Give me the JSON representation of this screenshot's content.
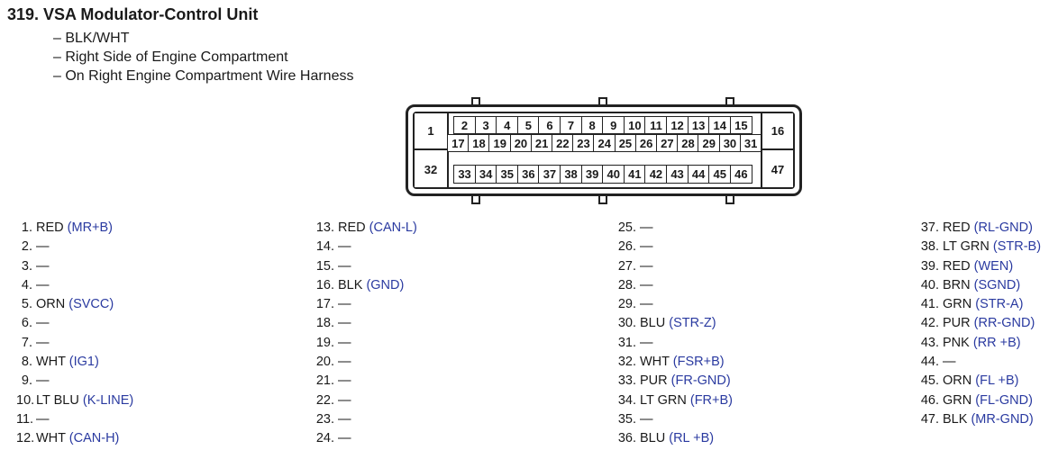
{
  "title": "319.  VSA Modulator-Control Unit",
  "details": [
    "– BLK/WHT",
    "– Right Side of Engine Compartment",
    "– On Right Engine Compartment Wire Harness"
  ],
  "connector": {
    "left_top": "1",
    "left_bottom": "32",
    "right_top": "16",
    "right_bottom": "47",
    "row1": [
      "2",
      "3",
      "4",
      "5",
      "6",
      "7",
      "8",
      "9",
      "10",
      "11",
      "12",
      "13",
      "14",
      "15"
    ],
    "row2": [
      "17",
      "18",
      "19",
      "20",
      "21",
      "22",
      "23",
      "24",
      "25",
      "26",
      "27",
      "28",
      "29",
      "30",
      "31"
    ],
    "row3": [
      "33",
      "34",
      "35",
      "36",
      "37",
      "38",
      "39",
      "40",
      "41",
      "42",
      "43",
      "44",
      "45",
      "46"
    ]
  },
  "pins": [
    {
      "num": "1.",
      "color": "RED",
      "func": "(MR+B)"
    },
    {
      "num": "2.",
      "color": "—",
      "func": ""
    },
    {
      "num": "3.",
      "color": "—",
      "func": ""
    },
    {
      "num": "4.",
      "color": "—",
      "func": ""
    },
    {
      "num": "5.",
      "color": "ORN",
      "func": "(SVCC)"
    },
    {
      "num": "6.",
      "color": "—",
      "func": ""
    },
    {
      "num": "7.",
      "color": "—",
      "func": ""
    },
    {
      "num": "8.",
      "color": "WHT",
      "func": "(IG1)"
    },
    {
      "num": "9.",
      "color": "—",
      "func": ""
    },
    {
      "num": "10.",
      "color": "LT BLU",
      "func": "(K-LINE)"
    },
    {
      "num": "11.",
      "color": "—",
      "func": ""
    },
    {
      "num": "12.",
      "color": "WHT",
      "func": "(CAN-H)"
    },
    {
      "num": "13.",
      "color": "RED",
      "func": "(CAN-L)"
    },
    {
      "num": "14.",
      "color": "—",
      "func": ""
    },
    {
      "num": "15.",
      "color": "—",
      "func": ""
    },
    {
      "num": "16.",
      "color": "BLK",
      "func": "(GND)"
    },
    {
      "num": "17.",
      "color": "—",
      "func": ""
    },
    {
      "num": "18.",
      "color": "—",
      "func": ""
    },
    {
      "num": "19.",
      "color": "—",
      "func": ""
    },
    {
      "num": "20.",
      "color": "—",
      "func": ""
    },
    {
      "num": "21.",
      "color": "—",
      "func": ""
    },
    {
      "num": "22.",
      "color": "—",
      "func": ""
    },
    {
      "num": "23.",
      "color": "—",
      "func": ""
    },
    {
      "num": "24.",
      "color": "—",
      "func": ""
    },
    {
      "num": "25.",
      "color": "—",
      "func": ""
    },
    {
      "num": "26.",
      "color": "—",
      "func": ""
    },
    {
      "num": "27.",
      "color": "—",
      "func": ""
    },
    {
      "num": "28.",
      "color": "—",
      "func": ""
    },
    {
      "num": "29.",
      "color": "—",
      "func": ""
    },
    {
      "num": "30.",
      "color": "BLU",
      "func": "(STR-Z)"
    },
    {
      "num": "31.",
      "color": "—",
      "func": ""
    },
    {
      "num": "32.",
      "color": "WHT",
      "func": "(FSR+B)"
    },
    {
      "num": "33.",
      "color": "PUR",
      "func": "(FR-GND)"
    },
    {
      "num": "34.",
      "color": "LT GRN",
      "func": "(FR+B)"
    },
    {
      "num": "35.",
      "color": "—",
      "func": ""
    },
    {
      "num": "36.",
      "color": "BLU",
      "func": "(RL +B)"
    },
    {
      "num": "37.",
      "color": "RED",
      "func": "(RL-GND)"
    },
    {
      "num": "38.",
      "color": "LT GRN",
      "func": "(STR-B)"
    },
    {
      "num": "39.",
      "color": "RED",
      "func": "(WEN)"
    },
    {
      "num": "40.",
      "color": "BRN",
      "func": "(SGND)"
    },
    {
      "num": "41.",
      "color": "GRN",
      "func": "(STR-A)"
    },
    {
      "num": "42.",
      "color": "PUR",
      "func": "(RR-GND)"
    },
    {
      "num": "43.",
      "color": "PNK",
      "func": "(RR +B)"
    },
    {
      "num": "44.",
      "color": "—",
      "func": ""
    },
    {
      "num": "45.",
      "color": "ORN",
      "func": "(FL +B)"
    },
    {
      "num": "46.",
      "color": "GRN",
      "func": "(FL-GND)"
    },
    {
      "num": "47.",
      "color": "BLK",
      "func": "(MR-GND)"
    }
  ]
}
